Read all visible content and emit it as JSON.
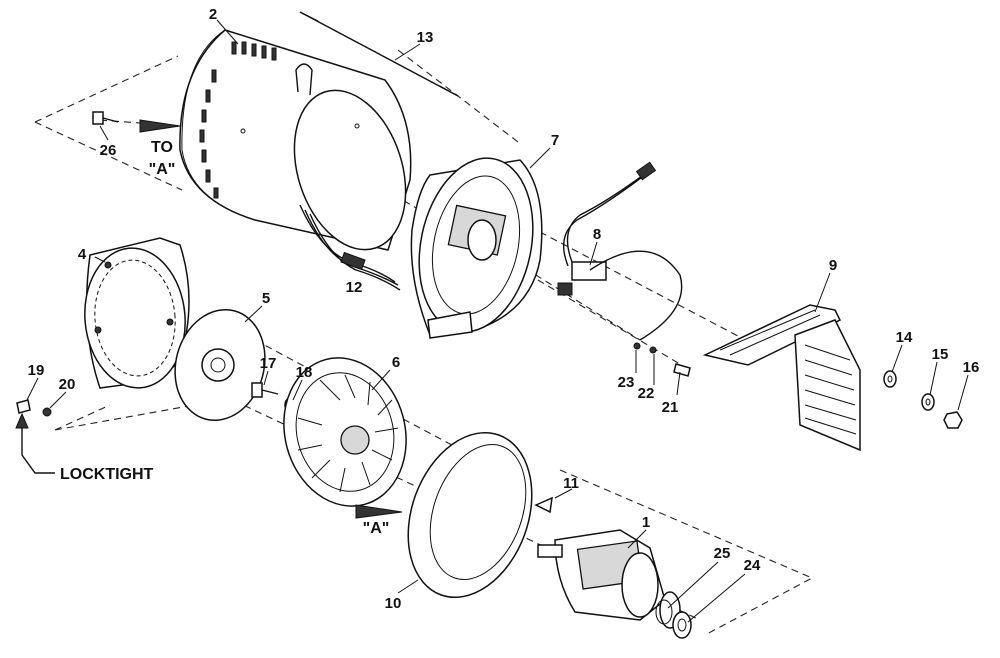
{
  "callouts": {
    "c1": "1",
    "c2": "2",
    "c4": "4",
    "c5": "5",
    "c6": "6",
    "c7": "7",
    "c8": "8",
    "c9": "9",
    "c10": "10",
    "c11": "11",
    "c12": "12",
    "c13": "13",
    "c14": "14",
    "c15": "15",
    "c16": "16",
    "c17": "17",
    "c18": "18",
    "c19": "19",
    "c20": "20",
    "c21": "21",
    "c22": "22",
    "c23": "23",
    "c24": "24",
    "c25": "25",
    "c26": "26"
  },
  "notes": {
    "to": "TO",
    "a_top": "\"A\"",
    "a_bottom": "\"A\"",
    "locktight": "LOCKTIGHT"
  }
}
